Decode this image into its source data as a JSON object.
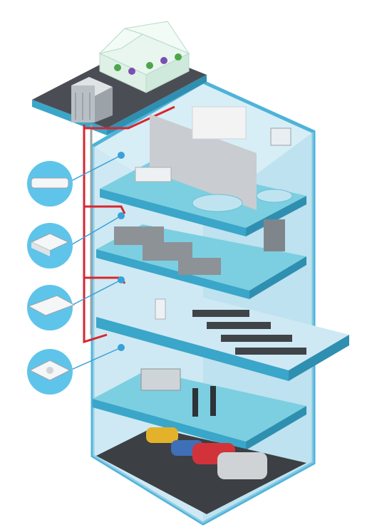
{
  "scene": {
    "subject": "isometric-building-hvac-illustration",
    "colors": {
      "background": "#ffffff",
      "glass_shell": "#9fd3e6",
      "glass_edge": "#4fb3d9",
      "floor_top": "#7ccfe0",
      "floor_side": "#3aa6c9",
      "roof": "#4a4e54",
      "pipe_red": "#d8262f",
      "pipe_grey": "#9aa3a8",
      "unit_circle": "#5fc4ea",
      "accent_dot": "#3aa0d8",
      "wall_grey": "#c9ccd0",
      "garage": "#3c3f44"
    },
    "indoor_units": [
      {
        "kind": "wall-mounted-unit"
      },
      {
        "kind": "cassette-4way-unit"
      },
      {
        "kind": "ceiling-suspended-unit"
      },
      {
        "kind": "round-cassette-unit"
      }
    ],
    "floors": [
      {
        "kind": "office-with-meeting-area"
      },
      {
        "kind": "open-workstations"
      },
      {
        "kind": "conference-hall"
      },
      {
        "kind": "reception-lobby"
      },
      {
        "kind": "parking-garage"
      }
    ],
    "cars": [
      {
        "color": "#e3b22a"
      },
      {
        "color": "#3f6fb6"
      },
      {
        "color": "#d2333a"
      },
      {
        "color": "#cfd3d6"
      }
    ]
  }
}
